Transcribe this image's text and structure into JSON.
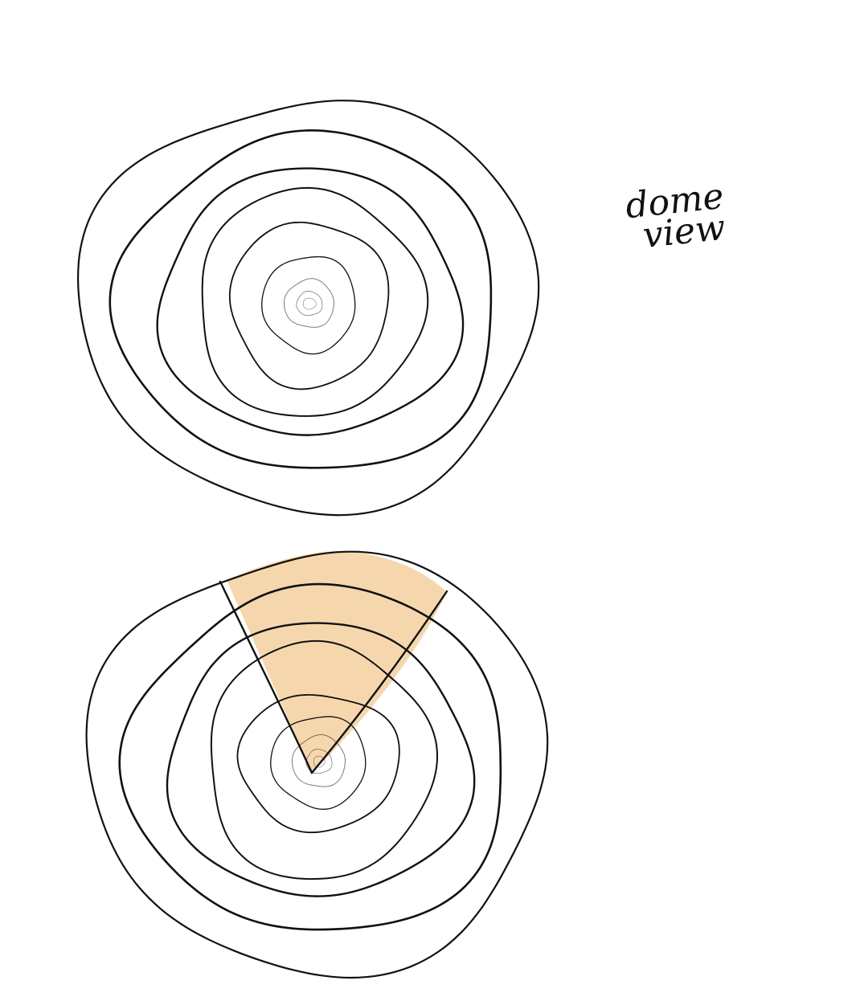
{
  "note": {
    "line1": "dome",
    "line2": "view"
  },
  "colors": {
    "ink": "#111111",
    "wedge_fill": "#f6d7ad",
    "background": "#ffffff"
  },
  "diagrams": [
    {
      "name": "dome-top-view",
      "rings": 9,
      "highlighted_wedge": false
    },
    {
      "name": "dome-top-view-with-wedge",
      "rings": 9,
      "highlighted_wedge": true
    }
  ]
}
